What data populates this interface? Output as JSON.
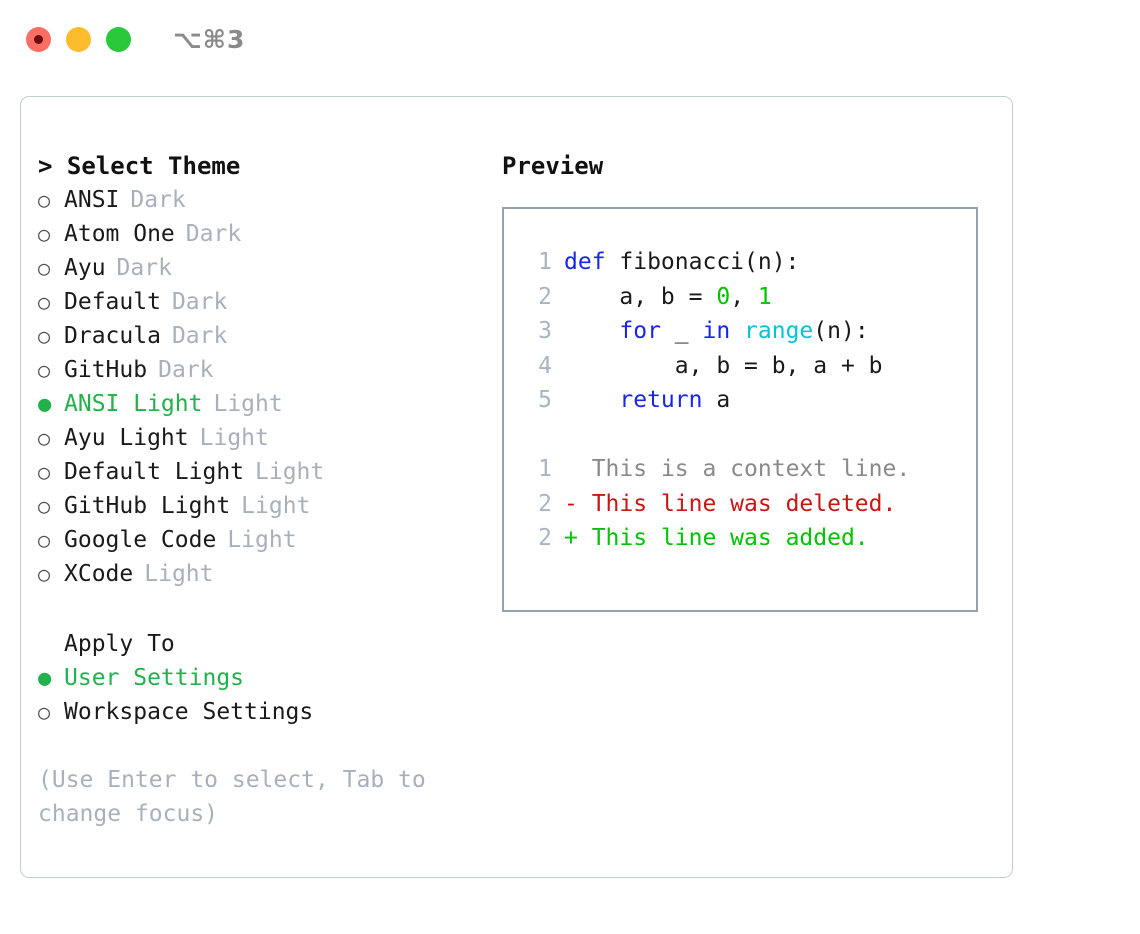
{
  "titlebar": {
    "shortcut": "⌥⌘3",
    "buttons": [
      {
        "name": "close",
        "color": "#fc6d64"
      },
      {
        "name": "minimize",
        "color": "#fdbc2d"
      },
      {
        "name": "zoom",
        "color": "#29c93b"
      }
    ]
  },
  "theme_picker": {
    "header": "> Select Theme",
    "items": [
      {
        "bullet": "○",
        "name": "ANSI",
        "tag": "Dark",
        "selected": false
      },
      {
        "bullet": "○",
        "name": "Atom One",
        "tag": "Dark",
        "selected": false
      },
      {
        "bullet": "○",
        "name": "Ayu",
        "tag": "Dark",
        "selected": false
      },
      {
        "bullet": "○",
        "name": "Default",
        "tag": "Dark",
        "selected": false
      },
      {
        "bullet": "○",
        "name": "Dracula",
        "tag": "Dark",
        "selected": false
      },
      {
        "bullet": "○",
        "name": "GitHub",
        "tag": "Dark",
        "selected": false
      },
      {
        "bullet": "●",
        "name": "ANSI Light",
        "tag": "Light",
        "selected": true
      },
      {
        "bullet": "○",
        "name": "Ayu Light",
        "tag": "Light",
        "selected": false
      },
      {
        "bullet": "○",
        "name": "Default Light",
        "tag": "Light",
        "selected": false
      },
      {
        "bullet": "○",
        "name": "GitHub Light",
        "tag": "Light",
        "selected": false
      },
      {
        "bullet": "○",
        "name": "Google Code",
        "tag": "Light",
        "selected": false
      },
      {
        "bullet": "○",
        "name": "XCode",
        "tag": "Light",
        "selected": false
      }
    ]
  },
  "apply_to": {
    "header": "Apply To",
    "items": [
      {
        "bullet": "●",
        "name": "User Settings",
        "selected": true
      },
      {
        "bullet": "○",
        "name": "Workspace Settings",
        "selected": false
      }
    ]
  },
  "hint": "(Use Enter to select, Tab to change focus)",
  "preview": {
    "title": "Preview",
    "code_lines": [
      {
        "num": "1",
        "tokens": [
          {
            "t": "def ",
            "c": "kw"
          },
          {
            "t": "fibonacci(n):",
            "c": "id"
          }
        ]
      },
      {
        "num": "2",
        "tokens": [
          {
            "t": "    a, b = ",
            "c": "id"
          },
          {
            "t": "0",
            "c": "num"
          },
          {
            "t": ", ",
            "c": "id"
          },
          {
            "t": "1",
            "c": "num"
          }
        ]
      },
      {
        "num": "3",
        "tokens": [
          {
            "t": "    ",
            "c": "id"
          },
          {
            "t": "for",
            "c": "kw"
          },
          {
            "t": " _ ",
            "c": "id"
          },
          {
            "t": "in",
            "c": "kw"
          },
          {
            "t": " ",
            "c": "id"
          },
          {
            "t": "range",
            "c": "fn"
          },
          {
            "t": "(n):",
            "c": "id"
          }
        ]
      },
      {
        "num": "4",
        "tokens": [
          {
            "t": "        a, b = b, a + b",
            "c": "id"
          }
        ]
      },
      {
        "num": "5",
        "tokens": [
          {
            "t": "    ",
            "c": "id"
          },
          {
            "t": "return",
            "c": "kw"
          },
          {
            "t": " a",
            "c": "id"
          }
        ]
      }
    ],
    "diff_lines": [
      {
        "num": "1",
        "marker": " ",
        "text": " This is a context line.",
        "kind": "ctx"
      },
      {
        "num": "2",
        "marker": "-",
        "text": " This line was deleted.",
        "kind": "del"
      },
      {
        "num": "2",
        "marker": "+",
        "text": " This line was added.",
        "kind": "add"
      }
    ]
  },
  "colors": {
    "accent_green": "#21b24b",
    "keyword_blue": "#1726e8",
    "function_cyan": "#00c5d2",
    "number_green": "#00c400",
    "diff_red": "#cc1414",
    "diff_green": "#00c400",
    "muted_gray": "#a8b0bb",
    "border_gray": "#c6ccd4",
    "preview_border": "#97a2b0"
  }
}
